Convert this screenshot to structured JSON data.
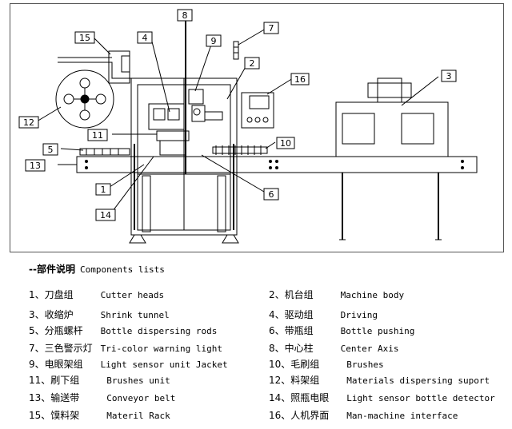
{
  "legend": {
    "heading_cn": "--部件说明",
    "heading_en": "Components lists",
    "items": [
      {
        "num": "1、",
        "cn": "刀盘组",
        "en": "Cutter heads"
      },
      {
        "num": "2、",
        "cn": "机台组",
        "en": "Machine body"
      },
      {
        "num": "3、",
        "cn": "收缩炉",
        "en": "Shrink tunnel"
      },
      {
        "num": "4、",
        "cn": "驱动组",
        "en": "Driving"
      },
      {
        "num": "5、",
        "cn": "分瓶螺杆",
        "en": "Bottle dispersing rods"
      },
      {
        "num": "6、",
        "cn": "带瓶组",
        "en": "Bottle pushing"
      },
      {
        "num": "7、",
        "cn": "三色警示灯",
        "en": "Tri-color warning light"
      },
      {
        "num": "8、",
        "cn": "中心柱",
        "en": "Center Axis"
      },
      {
        "num": "9、",
        "cn": "电眼架组",
        "en": "Light sensor unit Jacket"
      },
      {
        "num": "10、",
        "cn": "毛刷组",
        "en": "Brushes"
      },
      {
        "num": "11、",
        "cn": "刷下组",
        "en": "Brushes unit"
      },
      {
        "num": "12、",
        "cn": "料架组",
        "en": "Materials dispersing suport"
      },
      {
        "num": "13、",
        "cn": "输送带",
        "en": "Conveyor belt"
      },
      {
        "num": "14、",
        "cn": "照瓶电眼",
        "en": "Light sensor bottle detector"
      },
      {
        "num": "15、",
        "cn": "馍料架",
        "en": "Materil Rack"
      },
      {
        "num": "16、",
        "cn": "人机界面",
        "en": "Man-machine interface"
      }
    ]
  },
  "callouts": [
    "1",
    "2",
    "3",
    "4",
    "5",
    "6",
    "7",
    "8",
    "9",
    "10",
    "11",
    "12",
    "13",
    "14",
    "15",
    "16"
  ]
}
